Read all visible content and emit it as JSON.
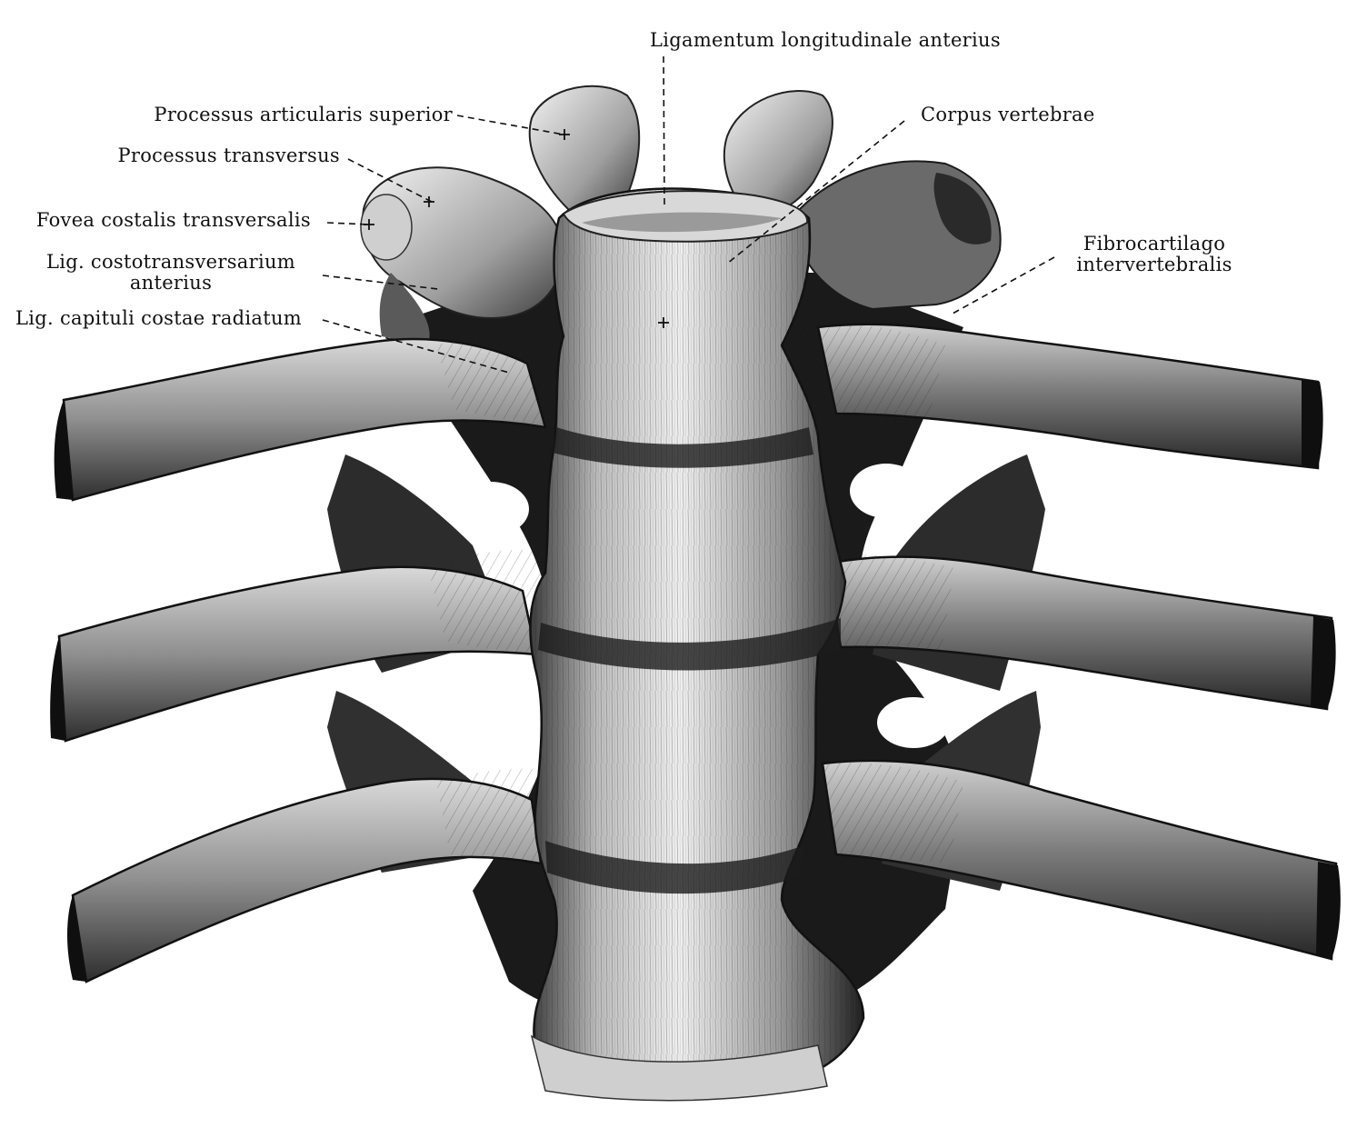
{
  "labels": {
    "ligamentum_longitudinale": "Ligamentum longitudinale anterius",
    "processus_articularis": "Processus articularis superior",
    "corpus_vertebrae": "Corpus vertebrae",
    "processus_transversus": "Processus transversus",
    "fovea_costalis": "Fovea costalis transversalis",
    "lig_costotransversarium_line1": "Lig. costotransversarium",
    "lig_costotransversarium_line2": "anterius",
    "fibrocartilago_line1": "Fibrocartilago",
    "fibrocartilago_line2": "intervertebralis",
    "lig_capituli": "Lig. capituli costae radiatum"
  },
  "colors": {
    "ink": "#111111",
    "bone_light": "#e6e6e6",
    "bone_mid": "#a8a8a8",
    "bone_dark": "#4a4a4a",
    "shadow": "#0d0d0d",
    "background": "#ffffff"
  }
}
